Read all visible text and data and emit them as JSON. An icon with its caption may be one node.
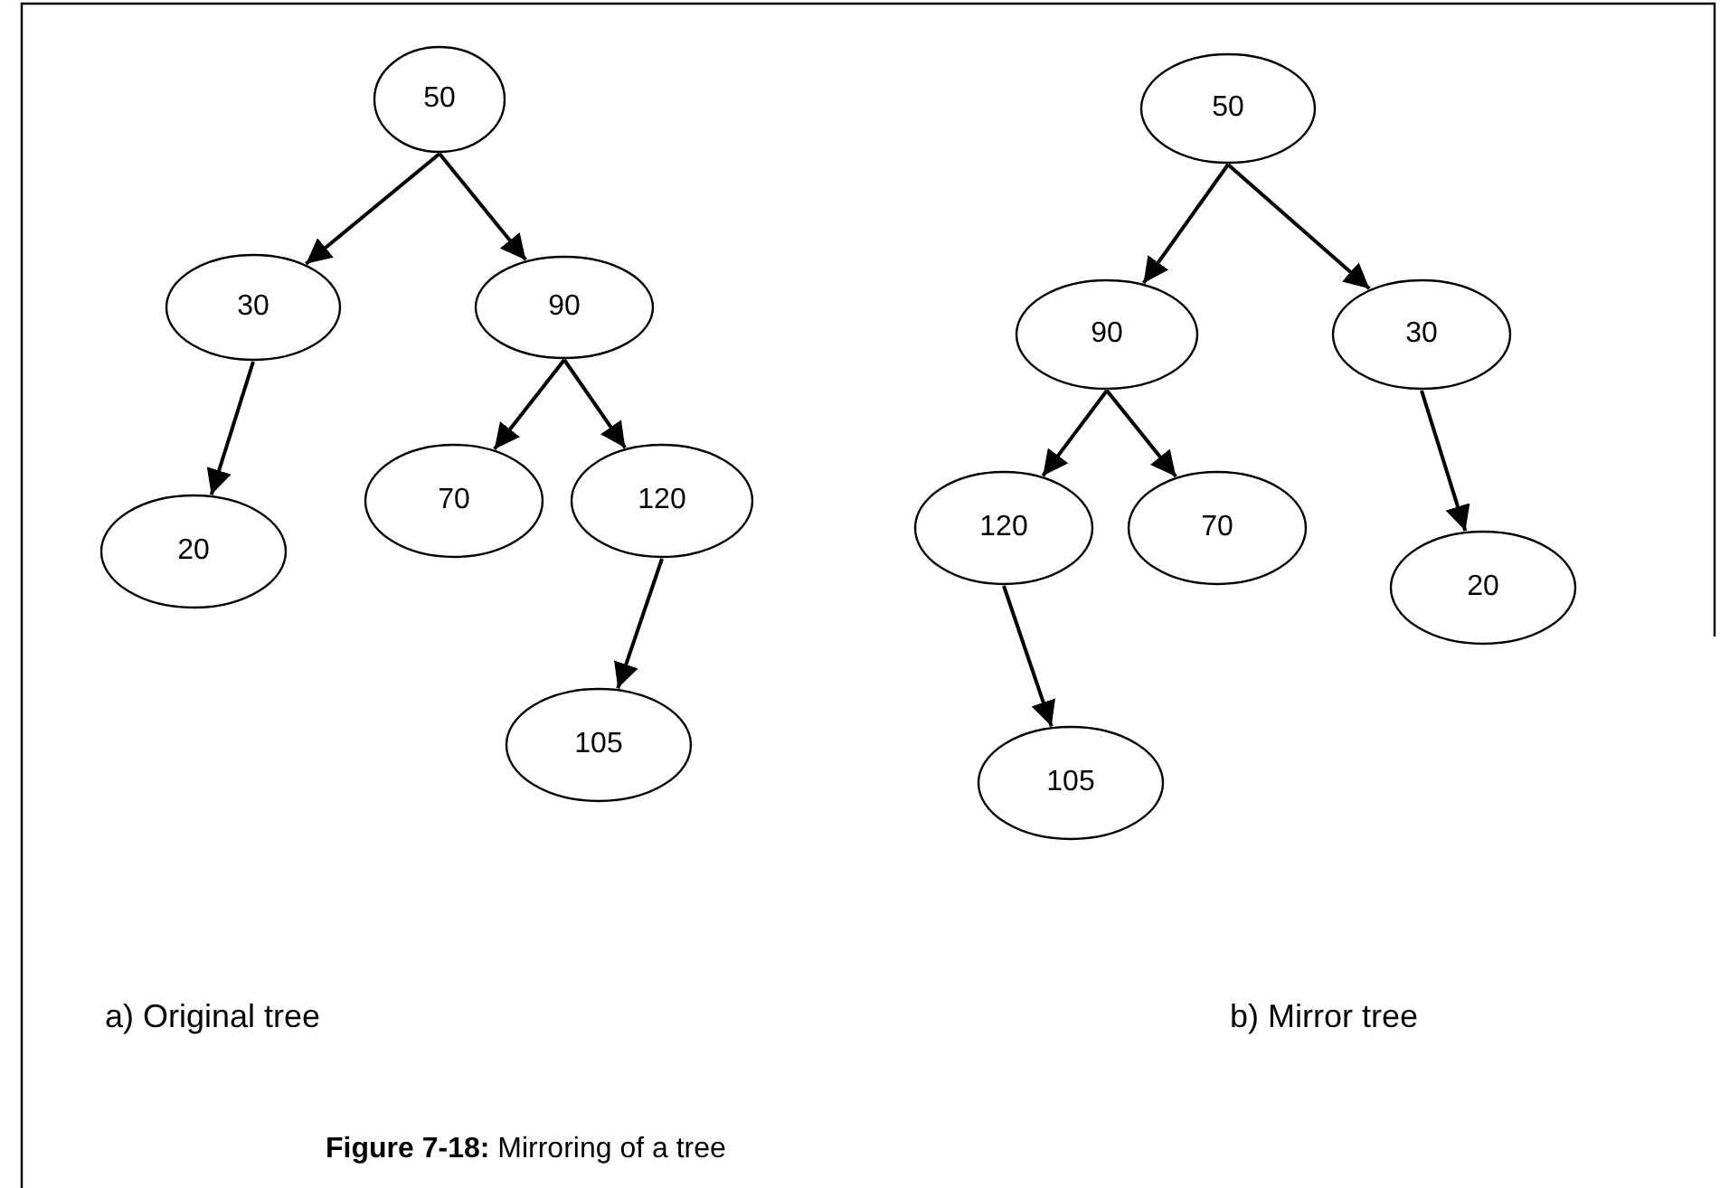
{
  "diagram": {
    "caption": "**Figure 7-18:** Mirroring of a tree",
    "nodes": [
      {
        "text": [
          "50"
        ]
      },
      {
        "text": [
          "30"
        ]
      },
      {
        "text": [
          "90"
        ]
      },
      {
        "text": [
          "20"
        ]
      },
      {
        "text": [
          "70"
        ]
      },
      {
        "text": [
          "120"
        ]
      },
      {
        "text": [
          "105"
        ]
      },
      {
        "text": [
          "50"
        ]
      },
      {
        "text": [
          "90"
        ]
      },
      {
        "text": [
          "30"
        ]
      },
      {
        "text": [
          "120"
        ]
      },
      {
        "text": [
          "70"
        ]
      },
      {
        "text": [
          "20"
        ]
      },
      {
        "text": [
          "105"
        ]
      }
    ],
    "edges": [
      {
        "from": 0,
        "to": 1,
        "arrow": "to"
      },
      {
        "from": 0,
        "to": 2,
        "arrow": "to"
      },
      {
        "from": 1,
        "to": 3,
        "arrow": "to"
      },
      {
        "from": 2,
        "to": 4,
        "arrow": "to"
      },
      {
        "from": 2,
        "to": 5,
        "arrow": "to"
      },
      {
        "from": 5,
        "to": 6,
        "arrow": "to"
      },
      {
        "from": 7,
        "to": 8,
        "arrow": "to"
      },
      {
        "from": 7,
        "to": 9,
        "arrow": "to"
      },
      {
        "from": 8,
        "to": 10,
        "arrow": "to"
      },
      {
        "from": 8,
        "to": 11,
        "arrow": "to"
      },
      {
        "from": 9,
        "to": 12,
        "arrow": "to"
      },
      {
        "from": 10,
        "to": 13,
        "arrow": "to"
      }
    ],
    "labels": [
      "a) Original tree",
      "b) Mirror tree"
    ]
  }
}
